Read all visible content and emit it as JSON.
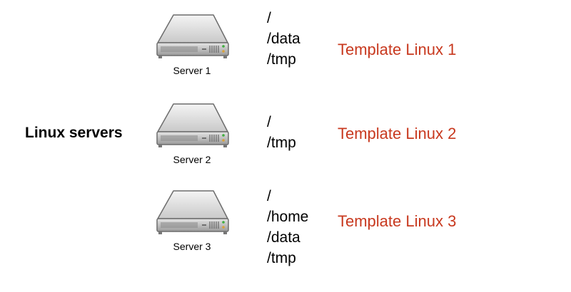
{
  "group_label": "Linux servers",
  "colors": {
    "template_text": "#c8391f",
    "text": "#000000"
  },
  "servers": [
    {
      "icon": "server-icon",
      "name": "Server 1",
      "mounts": [
        "/",
        "/data",
        "/tmp"
      ],
      "template": "Template Linux 1"
    },
    {
      "icon": "server-icon",
      "name": "Server 2",
      "mounts": [
        "/",
        "/tmp"
      ],
      "template": "Template Linux 2"
    },
    {
      "icon": "server-icon",
      "name": "Server 3",
      "mounts": [
        "/",
        "/home",
        "/data",
        "/tmp"
      ],
      "template": "Template Linux 3"
    }
  ]
}
